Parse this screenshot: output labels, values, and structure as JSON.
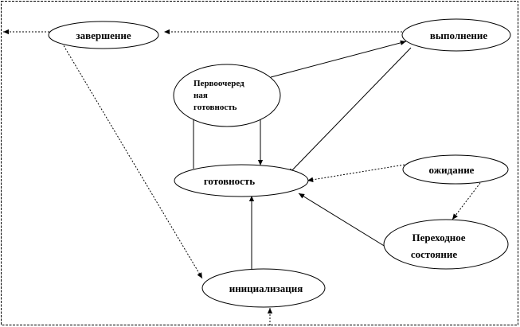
{
  "diagram": {
    "nodes": {
      "completion": {
        "label": "завершение"
      },
      "execution": {
        "label": "выполнение"
      },
      "priority_ready": {
        "lines": [
          "Первоочеред",
          "ная",
          "готовность"
        ]
      },
      "ready": {
        "label": "готовность"
      },
      "waiting": {
        "label": "ожидание"
      },
      "transitional": {
        "lines": [
          "Переходное",
          "состояние"
        ]
      },
      "initialization": {
        "label": "инициализация"
      }
    },
    "edges": [
      {
        "from": "execution",
        "to": "completion",
        "style": "dotted"
      },
      {
        "from": "completion",
        "to": "outside-left",
        "style": "dotted"
      },
      {
        "from": "completion",
        "to": "initialization",
        "style": "dotted"
      },
      {
        "from": "priority_ready",
        "to": "execution",
        "style": "solid"
      },
      {
        "from": "execution",
        "to": "ready",
        "style": "solid"
      },
      {
        "from": "ready",
        "to": "priority_ready",
        "style": "solid"
      },
      {
        "from": "priority_ready",
        "to": "ready",
        "style": "solid"
      },
      {
        "from": "waiting",
        "to": "ready",
        "style": "dotted"
      },
      {
        "from": "waiting",
        "to": "transitional",
        "style": "dotted"
      },
      {
        "from": "transitional",
        "to": "ready",
        "style": "solid"
      },
      {
        "from": "initialization",
        "to": "ready",
        "style": "solid"
      },
      {
        "from": "outside-bottom",
        "to": "initialization",
        "style": "dotted"
      }
    ]
  }
}
